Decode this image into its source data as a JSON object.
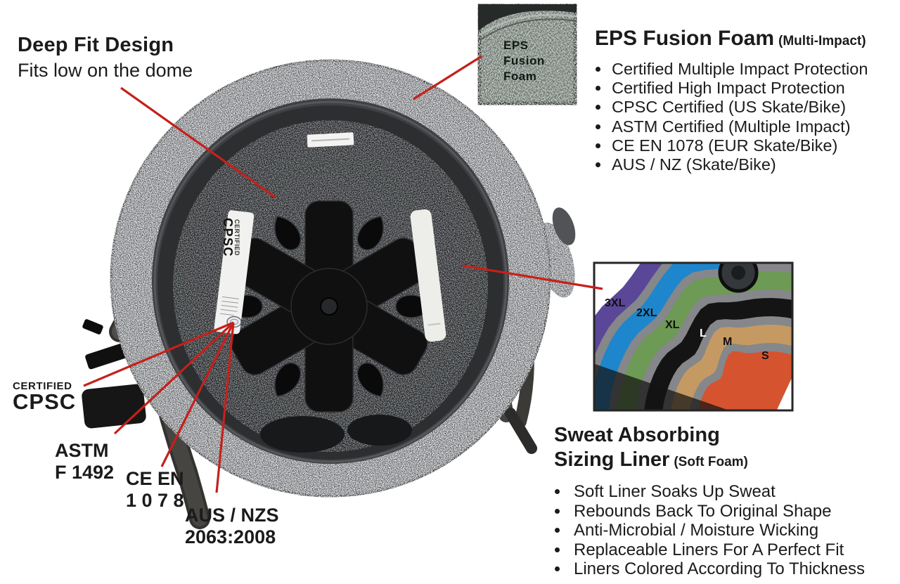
{
  "page": {
    "background": "#ffffff"
  },
  "colors": {
    "callout_red": "#c5201a",
    "helmet_shell_gray": "#626466",
    "liner_foam_gray": "#85878a"
  },
  "deep_fit": {
    "title": "Deep Fit Design",
    "subtitle": "Fits low on the dome"
  },
  "eps_inset": {
    "line1": "EPS",
    "line2": "Fusion",
    "line3": "Foam"
  },
  "eps_section": {
    "title": "EPS Fusion Foam",
    "qualifier": "(Multi-Impact)",
    "bullets": [
      "Certified Multiple Impact Protection",
      "Certified High Impact Protection",
      "CPSC Certified (US Skate/Bike)",
      "ASTM Certified  (Multiple Impact)",
      "CE EN 1078 (EUR Skate/Bike)",
      "AUS / NZ (Skate/Bike)"
    ]
  },
  "sizing_section": {
    "title_line1": "Sweat Absorbing",
    "title_line2": "Sizing Liner",
    "qualifier": "(Soft Foam)",
    "bullets": [
      "Soft Liner Soaks Up Sweat",
      "Rebounds Back To Original Shape",
      "Anti-Microbial / Moisture Wicking",
      "Replaceable Liners For A Perfect Fit",
      "Liners Colored According To Thickness"
    ]
  },
  "liner_sizes": [
    {
      "label": "3XL",
      "color": "#5b4798"
    },
    {
      "label": "2XL",
      "color": "#1e86cc"
    },
    {
      "label": "XL",
      "color": "#6d9a54"
    },
    {
      "label": "L",
      "color": "#141414"
    },
    {
      "label": "M",
      "color": "#c59a62"
    },
    {
      "label": "S",
      "color": "#d6532f"
    }
  ],
  "helmet_sticker": {
    "small": "CERTIFIED",
    "large": "CPSC"
  },
  "certifications": [
    {
      "line1": "CERTIFIED",
      "line2": "CPSC"
    },
    {
      "line1": "ASTM",
      "line2": "F 1492"
    },
    {
      "line1": "CE EN",
      "line2": "1 0 7 8"
    },
    {
      "line1": "AUS / NZS",
      "line2": "2063:2008"
    }
  ]
}
